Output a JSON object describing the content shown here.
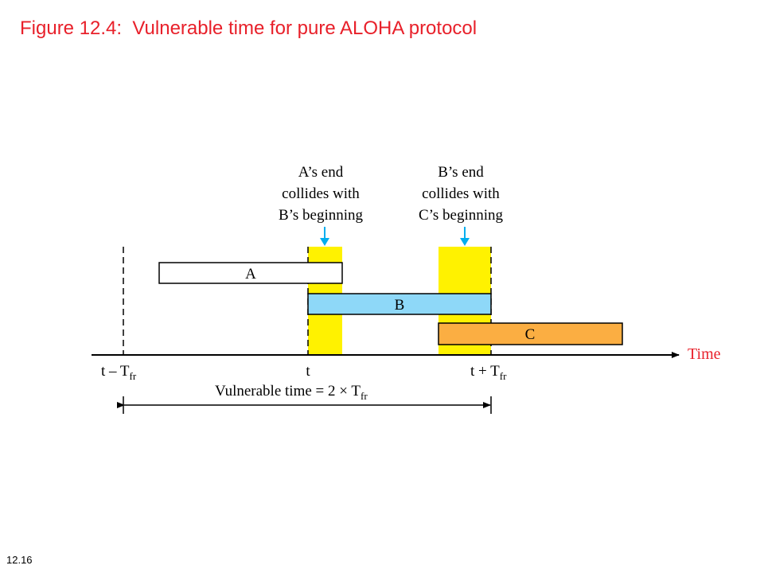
{
  "slide": {
    "title_prefix": "Figure 12.4:",
    "title_text": "Vulnerable time for pure ALOHA protocol",
    "page_number": "12.16"
  },
  "diagram": {
    "frames": [
      {
        "label": "A",
        "color": "#ffffff"
      },
      {
        "label": "B",
        "color": "#8ed8f8"
      },
      {
        "label": "C",
        "color": "#fbae42"
      }
    ],
    "collision_color": "#fff200",
    "arrow_color": "#00aeef",
    "annotation_left": [
      "A’s end",
      "collides with",
      "B’s beginning"
    ],
    "annotation_right": [
      "B’s end",
      "collides with",
      "C’s beginning"
    ],
    "axis_label": "Time",
    "axis_label_color": "#e8202a",
    "tick_left": {
      "base": "t – T",
      "sub": "fr"
    },
    "tick_mid": {
      "base": "t"
    },
    "tick_right": {
      "base": "t + T",
      "sub": "fr"
    },
    "vulnerable": {
      "base": "Vulnerable time = 2 × T",
      "sub": "fr"
    }
  }
}
